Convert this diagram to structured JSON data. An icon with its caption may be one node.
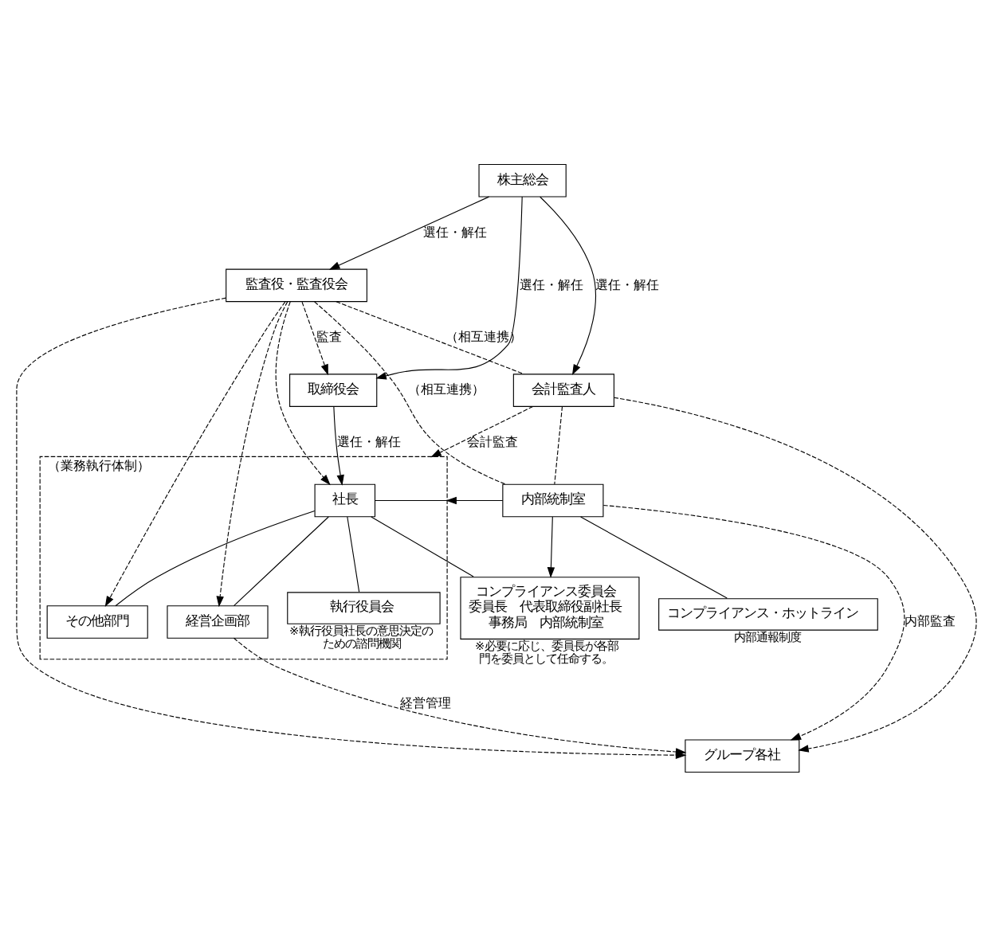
{
  "diagram": {
    "nodes": [
      {
        "text": [
          "株主総会"
        ]
      },
      {
        "text": [
          "取締役会"
        ]
      },
      {
        "text": [
          "監査役・監査役会"
        ]
      },
      {
        "text": [
          "会計監査人"
        ]
      },
      {
        "text": [
          "（業務執行体制）"
        ]
      },
      {
        "text": [
          "社長"
        ],
        "in": 4
      },
      {
        "text": [
          "執行役員会"
        ],
        "in": 4,
        "beside": [
          "※執行役員社長の意思決定のための諮問機関"
        ]
      },
      {
        "text": [
          "その他部門"
        ],
        "in": 4
      },
      {
        "text": [
          "経営企画部"
        ],
        "in": 4
      },
      {
        "text": [
          "コンプライアンス委員会",
          "委員長　代表取締役副社長",
          "事務局　内部統制室"
        ],
        "beside": [
          "※必要に応じ、委員長が各部門を委員として任命する。"
        ]
      },
      {
        "text": [
          "内部統制室"
        ]
      },
      {
        "text": [
          "コンプライアンス・ホットライン"
        ],
        "beside": [
          "内部通報制度"
        ]
      },
      {
        "text": [
          "グループ各社"
        ]
      }
    ],
    "edges": [
      {
        "from": 0,
        "to": 1,
        "arrow": "to",
        "label": "選任・解任"
      },
      {
        "from": 0,
        "to": 2,
        "arrow": "to",
        "label": "選任・解任"
      },
      {
        "from": 0,
        "to": 3,
        "arrow": "to",
        "label": "選任・解任"
      },
      {
        "from": 1,
        "to": 5,
        "arrow": "to",
        "label": "選任・解任"
      },
      {
        "from": 2,
        "to": 1,
        "arrow": "to",
        "label": "監査",
        "style": "dashed"
      },
      {
        "from": 2,
        "to": 3,
        "arrow": "none",
        "label": "（相互連携）",
        "style": "dashed"
      },
      {
        "from": 2,
        "to": 10,
        "arrow": "none",
        "label": "（相互連携）",
        "style": "dashed"
      },
      {
        "from": 3,
        "to": 10,
        "arrow": "none",
        "style": "dashed"
      },
      {
        "from": 3,
        "to": 4,
        "arrow": "to",
        "label": "会計監査",
        "style": "dashed"
      },
      {
        "from": 3,
        "to": 12,
        "arrow": "to",
        "style": "dashed"
      },
      {
        "from": 2,
        "to": 5,
        "arrow": "to",
        "style": "dashed"
      },
      {
        "from": 2,
        "to": 7,
        "arrow": "to",
        "style": "dashed"
      },
      {
        "from": 2,
        "to": 8,
        "arrow": "to",
        "style": "dashed"
      },
      {
        "from": 2,
        "to": 12,
        "arrow": "to",
        "style": "dashed"
      },
      {
        "from": 5,
        "to": 9,
        "arrow": "none"
      },
      {
        "from": 5,
        "to": 10,
        "arrow": "none"
      },
      {
        "from": 5,
        "to": 6,
        "arrow": "none"
      },
      {
        "from": 5,
        "to": 7,
        "arrow": "none"
      },
      {
        "from": 5,
        "to": 8,
        "arrow": "none"
      },
      {
        "from": 10,
        "to": 9,
        "arrow": "to"
      },
      {
        "from": 10,
        "to": 4,
        "arrow": "to",
        "style": "dashed"
      },
      {
        "from": 10,
        "to": 12,
        "arrow": "to",
        "label": "内部監査",
        "style": "dashed"
      },
      {
        "from": 10,
        "to": 11,
        "arrow": "none"
      },
      {
        "from": 8,
        "to": 12,
        "arrow": "to",
        "label": "経営管理",
        "style": "dashed"
      }
    ]
  }
}
